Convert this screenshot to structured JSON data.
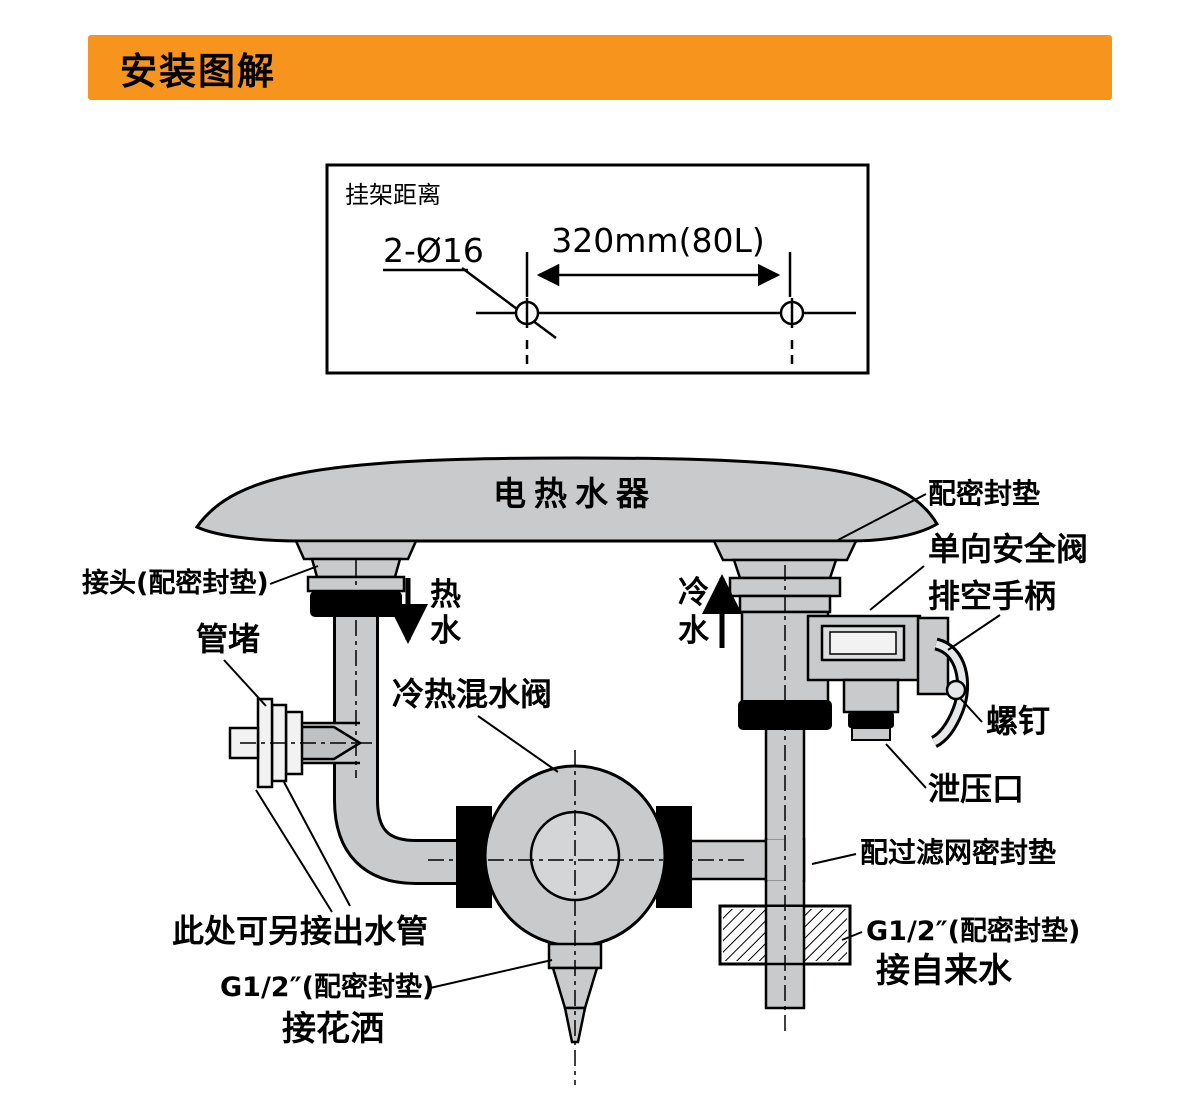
{
  "header": {
    "title": "安装图解"
  },
  "bracket_box": {
    "title": "挂架距离",
    "holes_label": "2-Ø16",
    "distance_label": "320mm(80L)"
  },
  "diagram": {
    "heater_label": "电热水器",
    "hot_water": [
      "热",
      "水"
    ],
    "cold_water": [
      "冷",
      "水"
    ],
    "labels": {
      "connector_gasket": "接头(配密封垫)",
      "pipe_plug": "管堵",
      "mixing_valve": "冷热混水阀",
      "alt_outlet": "此处可另接出水管",
      "shower_thread": "G1/2″(配密封垫)",
      "shower": "接花洒",
      "gasket": "配密封垫",
      "safety_valve": "单向安全阀",
      "drain_handle": "排空手柄",
      "screw": "螺钉",
      "relief_port": "泄压口",
      "filter_gasket": "配过滤网密封垫",
      "tap_thread": "G1/2″(配密封垫)",
      "tap_water": "接自来水"
    }
  },
  "colors": {
    "accent_orange": "#F7941E",
    "pipe_gray": "#C9CACB",
    "line_black": "#000000"
  }
}
